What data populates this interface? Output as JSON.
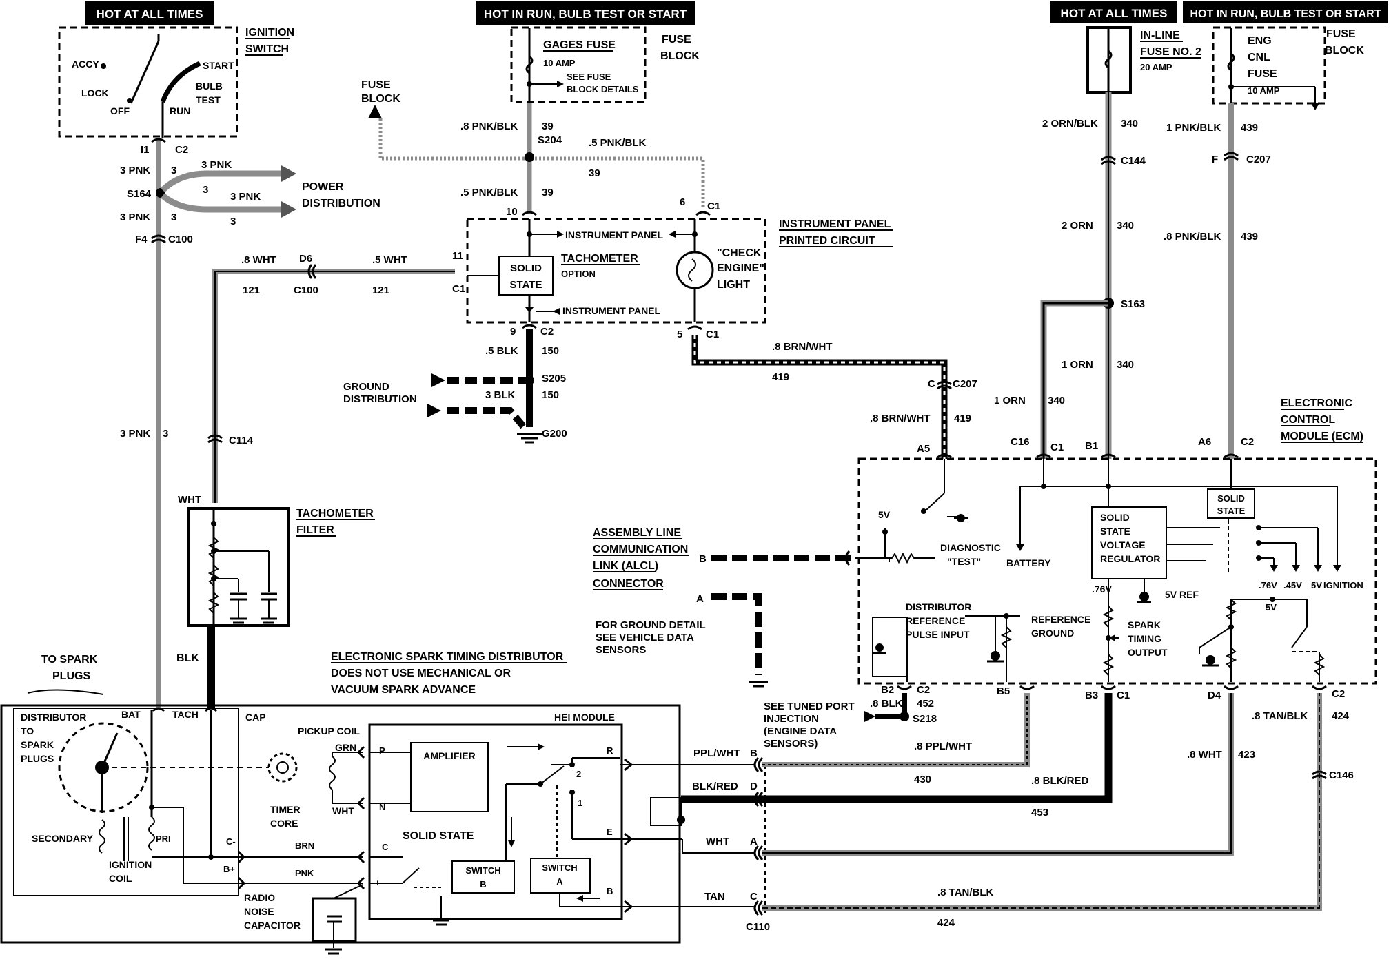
{
  "headers": {
    "hot_all_times_left": "HOT AT ALL TIMES",
    "hot_in_run_center": "HOT IN RUN, BULB TEST OR START",
    "hot_all_times_right": "HOT AT ALL TIMES",
    "hot_in_run_right": "HOT IN RUN, BULB TEST OR START"
  },
  "ignition_switch": {
    "title": "IGNITION",
    "title2": "SWITCH",
    "accy": "ACCY",
    "lock": "LOCK",
    "off": "OFF",
    "run": "RUN",
    "start": "START",
    "bulb": "BULB",
    "test": "TEST",
    "terminal": "I1",
    "connector": "C2"
  },
  "splice_s164": {
    "wire_top": "3 PNK",
    "circ_top": "3",
    "id": "S164",
    "wire_bottom": "3 PNK",
    "circ_bottom": "3",
    "out1": "3 PNK",
    "out1_circ": "3",
    "out2": "3 PNK",
    "out2_circ": "3",
    "dest": "POWER",
    "dest2": "DISTRIBUTION",
    "term": "F4",
    "connector": "C100"
  },
  "gages_fuse": {
    "title": "GAGES FUSE",
    "rating": "10 AMP",
    "see": "SEE FUSE",
    "see2": "BLOCK DETAILS",
    "block": "FUSE",
    "block2": "BLOCK"
  },
  "fuse_block_arrow": {
    "line1": "FUSE",
    "line2": "BLOCK"
  },
  "s204": {
    "wire1": ".8 PNK/BLK",
    "circ1": "39",
    "id": "S204",
    "wire2": ".5 PNK/BLK",
    "circ2": "39",
    "wire3": ".5 PNK/BLK",
    "circ3": "39",
    "pin10": "10",
    "pin6": "6",
    "c1": "C1"
  },
  "instrument_panel": {
    "title": "INSTRUMENT PANEL",
    "title2": "PRINTED CIRCUIT",
    "ip1": "INSTRUMENT PANEL",
    "ip2": "INSTRUMENT PANEL",
    "solid": "SOLID",
    "state": "STATE",
    "tach": "TACHOMETER",
    "option": "OPTION",
    "check": "\"CHECK",
    "engine": "ENGINE\"",
    "light": "LIGHT",
    "pin11": "11",
    "c1": "C1",
    "pin9": "9",
    "c2": "C2",
    "pin5": "5",
    "c1b": "C1"
  },
  "ground": {
    "w1": ".5 BLK",
    "c1": "150",
    "s205": "S205",
    "w2": "3 BLK",
    "c2": "150",
    "g200": "G200",
    "label": "GROUND",
    "label2": "DISTRIBUTION"
  },
  "tach_wire": {
    "w1": ".8 WHT",
    "c1": "121",
    "d6": "D6",
    "c100": "C100",
    "w2": ".5 WHT",
    "c2": "121",
    "c114": "C114",
    "wht": "WHT",
    "filter": "TACHOMETER",
    "filter2": "FILTER",
    "blk": "BLK"
  },
  "left_feed": {
    "wire": "3 PNK",
    "circ": "3"
  },
  "brn_wht": {
    "w1": ".8 BRN/WHT",
    "c1": "419",
    "conn": "C207",
    "term": "C",
    "w2": ".8 BRN/WHT",
    "c2": "419"
  },
  "right_feeds": {
    "inline": "IN-LINE",
    "inline2": "FUSE NO. 2",
    "amp": "20 AMP",
    "w1": "2 ORN/BLK",
    "c1": "340",
    "c144": "C144",
    "w2": "2 ORN",
    "c2": "340",
    "s163": "S163",
    "w3": "1 ORN",
    "c3": "340",
    "w4": "1 ORN",
    "c4": "340",
    "eng": "ENG",
    "cnl": "CNL",
    "fuse": "FUSE",
    "amp2": "10 AMP",
    "block": "FUSE",
    "block2": "BLOCK",
    "w5": "1 PNK/BLK",
    "c5": "439",
    "f": "F",
    "c207": "C207",
    "w6": ".8 PNK/BLK",
    "c6": "439"
  },
  "ecm": {
    "title": "ELECTRONIC",
    "title2": "CONTROL",
    "title3": "MODULE (ECM)",
    "a5": "A5",
    "c16": "C16",
    "c1": "C1",
    "b1": "B1",
    "a6": "A6",
    "c2": "C2",
    "five_v": "5V",
    "diag": "DIAGNOSTIC",
    "diag2": "\"TEST\"",
    "battery": "BATTERY",
    "ssvr1": "SOLID",
    "ssvr2": "STATE",
    "ssvr3": "VOLTAGE",
    "ssvr4": "REGULATOR",
    "ss1": "SOLID",
    "ss2": "STATE",
    "v76": ".76V",
    "v76b": ".76V",
    "v45": ".45V",
    "v5": "5V",
    "ign": "IGNITION",
    "ref5": "5V REF",
    "v5b": "5V",
    "dist1": "DISTRIBUTOR",
    "dist2": "REFERENCE",
    "dist3": "PULSE INPUT",
    "ref1": "REFERENCE",
    "ref2": "GROUND",
    "spark1": "SPARK",
    "spark2": "TIMING",
    "spark3": "OUTPUT",
    "b2": "B2",
    "c2b": "C2",
    "b5": "B5",
    "b3": "B3",
    "c1b": "C1",
    "d4": "D4",
    "c2c": "C2"
  },
  "alcl": {
    "l1": "ASSEMBLY LINE",
    "l2": "COMMUNICATION",
    "l3": "LINK (ALCL)",
    "l4": "CONNECTOR",
    "b": "B",
    "a": "A",
    "gd1": "FOR GROUND DETAIL",
    "gd2": "SEE VEHICLE DATA",
    "gd3": "SENSORS"
  },
  "s218": {
    "w": ".8 BLK",
    "c": "452",
    "id": "S218",
    "see1": "SEE TUNED PORT",
    "see2": "INJECTION",
    "see3": "(ENGINE DATA",
    "see4": "SENSORS)"
  },
  "distributor": {
    "title1": "ELECTRONIC SPARK TIMING DISTRIBUTOR",
    "title2": "DOES NOT USE MECHANICAL OR",
    "title3": "VACUUM SPARK ADVANCE",
    "to_spark": "TO SPARK",
    "plugs": "PLUGS",
    "dist": "DISTRIBUTOR",
    "to": "TO",
    "spark": "SPARK",
    "plugs2": "PLUGS",
    "bat": "BAT",
    "tach": "TACH",
    "cap": "CAP",
    "secondary": "SECONDARY",
    "ign_coil": "IGNITION",
    "coil": "COIL",
    "pri": "PRI",
    "cminus": "C-",
    "bplus": "B+",
    "pickup": "PICKUP COIL",
    "grn": "GRN",
    "wht": "WHT",
    "timer": "TIMER",
    "core": "CORE",
    "brn": "BRN",
    "pnk": "PNK",
    "radio1": "RADIO",
    "radio2": "NOISE",
    "radio3": "CAPACITOR",
    "hei": "HEI MODULE",
    "amp": "AMPLIFIER",
    "ss": "SOLID STATE",
    "swb1": "SWITCH",
    "swb2": "B",
    "swa1": "SWITCH",
    "swa2": "A",
    "p": "P",
    "n": "N",
    "c": "C",
    "plus": "+",
    "r": "R",
    "e": "E",
    "b": "B",
    "n2": "2",
    "n1": "1"
  },
  "harness": {
    "ppl": "PPL/WHT",
    "bltr": "B",
    "blk": "BLK/RED",
    "dltr": "D",
    "wht": "WHT",
    "altr": "A",
    "tan": "TAN",
    "cltr": "C",
    "c110": "C110",
    "w_ppl": ".8 PPL/WHT",
    "c_ppl": "430",
    "w_blk": ".8 BLK/RED",
    "c_blk": "453",
    "w_wht": ".8 WHT",
    "c_wht": "423",
    "w_tan": ".8 TAN/BLK",
    "c_tan": "424",
    "w_tan2": ".8 TAN/BLK",
    "c_tan2": "424",
    "c146": "C146"
  }
}
